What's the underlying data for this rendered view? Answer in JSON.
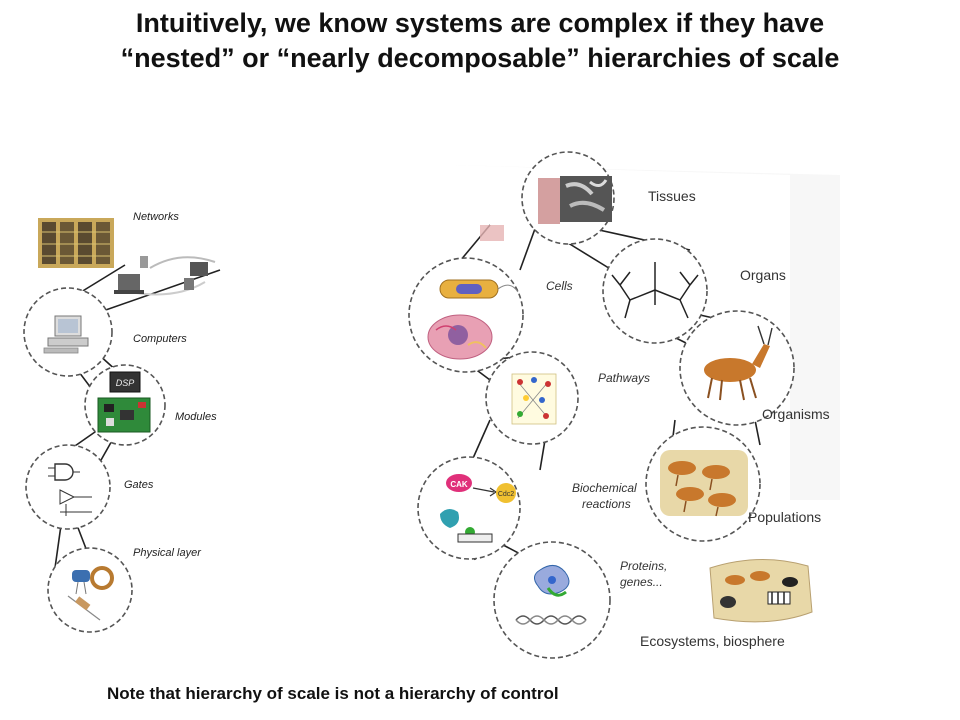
{
  "slide": {
    "title_line1": "Intuitively, we know systems are complex if they have",
    "title_line2": "“nested” or “nearly decomposable” hierarchies of scale",
    "note": "Note that hierarchy of scale is not a hierarchy of control"
  },
  "tech_hierarchy": {
    "networks": "Networks",
    "computers": "Computers",
    "modules": "Modules",
    "gates": "Gates",
    "physical": "Physical layer",
    "chip_label": "DSP"
  },
  "bio_hierarchy": {
    "tissues": "Tissues",
    "organs": "Organs",
    "cells": "Cells",
    "pathways": "Pathways",
    "organisms": "Organisms",
    "biochem1": "Biochemical",
    "biochem2": "reactions",
    "populations": "Populations",
    "proteins1": "Proteins,",
    "proteins2": "genes...",
    "ecosystems": "Ecosystems, biosphere",
    "cak": "CAK",
    "cdc2": "Cdc2"
  },
  "colors": {
    "antelope": "#c8782c",
    "cell_pink": "#e8a0b4",
    "chip_green": "#2f8a3a",
    "ecosystem_bg": "#e8d8a8"
  }
}
